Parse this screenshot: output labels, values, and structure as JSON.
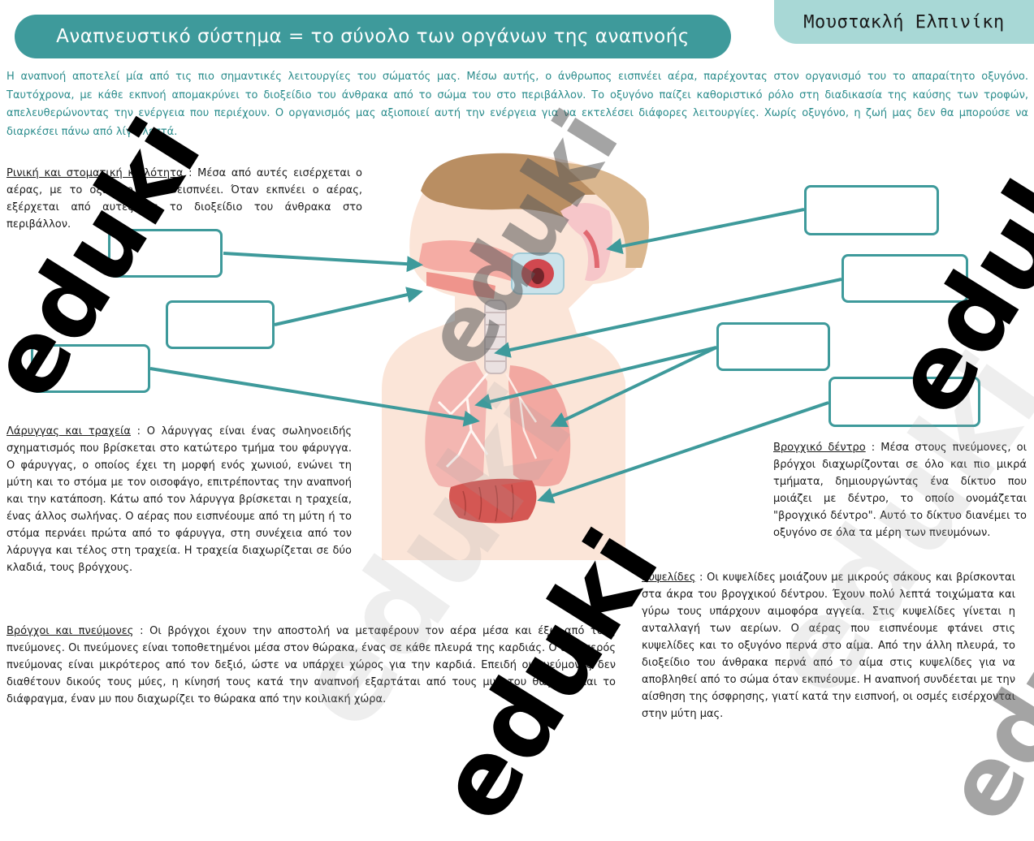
{
  "header": {
    "title": "Αναπνευστικό σύστημα = το σύνολο των οργάνων της αναπνοής",
    "author": "Μουστακλή Ελπινίκη"
  },
  "intro": "Η αναπνοή αποτελεί μία από τις πιο σημαντικές λειτουργίες του σώματός μας. Μέσω αυτής, ο άνθρωπος εισπνέει αέρα, παρέχοντας στον οργανισμό του το απαραίτητο οξυγόνο. Ταυτόχρονα, με κάθε εκπνοή απομακρύνει το διοξείδιο του άνθρακα από το σώμα του στο περιβάλλον. Το οξυγόνο παίζει καθοριστικό ρόλο στη διαδικασία της καύσης των τροφών, απελευθερώνοντας την ενέργεια που περιέχουν. Ο οργανισμός μας αξιοποιεί αυτή την ενέργεια για να εκτελέσει διάφορες λειτουργίες. Χωρίς οξυγόνο, η ζωή μας δεν θα μπορούσε να διαρκέσει πάνω από λίγα λεπτά.",
  "sections": {
    "rinikh": {
      "label": "Ρινική και στοματική κοιλότητα",
      "text": " : Μέσα από αυτές εισέρχεται ο αέρας, με το οξυγόνο, όταν εισπνέει. Όταν εκπνέει ο αέρας, εξέρχεται από αυτές με το διοξείδιο του άνθρακα στο περιβάλλον."
    },
    "larygas": {
      "label": "Λάρυγγας και τραχεία",
      "text": " : Ο λάρυγγας είναι ένας σωληνοειδής σχηματισμός που βρίσκεται στο κατώτερο τμήμα του φάρυγγα. Ο φάρυγγας, ο οποίος έχει τη μορφή ενός χωνιού, ενώνει τη μύτη και το στόμα με τον οισοφάγο, επιτρέποντας την αναπνοή και την κατάποση. Κάτω από τον λάρυγγα βρίσκεται η τραχεία, ένας άλλος σωλήνας. Ο αέρας που εισπνέουμε από τη μύτη ή το στόμα περνάει πρώτα από το φάρυγγα, στη συνέχεια από τον λάρυγγα και τέλος στη τραχεία. Η τραχεία διαχωρίζεται σε δύο κλαδιά, τους βρόγχους."
    },
    "brogxoi": {
      "label": "Βρόγχοι και πνεύμονες",
      "text": " : Οι βρόγχοι έχουν την αποστολή να μεταφέρουν τον αέρα μέσα και έξω από τους πνεύμονες. Οι πνεύμονες είναι τοποθετημένοι μέσα στον θώρακα, ένας σε κάθε πλευρά της καρδιάς. Ο αριστερός πνεύμονας είναι μικρότερος από τον δεξιό, ώστε να υπάρχει χώρος για την καρδιά. Επειδή οι πνεύμονες δεν διαθέτουν δικούς τους μύες, η κίνησή τους κατά την αναπνοή εξαρτάται από τους μυς του θώρακα και το διάφραγμα, έναν μυ που διαχωρίζει το θώρακα από την κοιλιακή χώρα."
    },
    "dentro": {
      "label": "Βρογχικό δέντρο",
      "text": " : Μέσα στους πνεύμονες, οι βρόγχοι διαχωρίζονται σε όλο και πιο μικρά τμήματα, δημιουργώντας ένα δίκτυο που μοιάζει με δέντρο, το οποίο ονομάζεται \"βρογχικό δέντρο\". Αυτό το δίκτυο διανέμει το οξυγόνο σε όλα τα μέρη των πνευμόνων."
    },
    "kypselides": {
      "label": "Κυψελίδες",
      "text": " : Οι κυψελίδες μοιάζουν με μικρούς σάκους και βρίσκονται στα άκρα του βρογχικού δέντρου. Έχουν πολύ λεπτά τοιχώματα και γύρω τους υπάρχουν αιμοφόρα αγγεία. Στις κυψελίδες γίνεται η ανταλλαγή των αερίων. Ο αέρας που εισπνέουμε φτάνει στις κυψελίδες και το οξυγόνο περνά στο αίμα. Από την άλλη πλευρά, το διοξείδιο του άνθρακα περνά από το αίμα στις κυψελίδες για να αποβληθεί από το σώμα όταν εκπνέουμε. Η αναπνοή συνδέεται με την αίσθηση της όσφρησης, γιατί κατά την εισπνοή, οι οσμές εισέρχονται στην μύτη μας."
    }
  },
  "watermark": "eduki",
  "colors": {
    "teal": "#3e9a9b",
    "teal_light": "#a8d8d6",
    "intro_text": "#2a8c8c"
  }
}
